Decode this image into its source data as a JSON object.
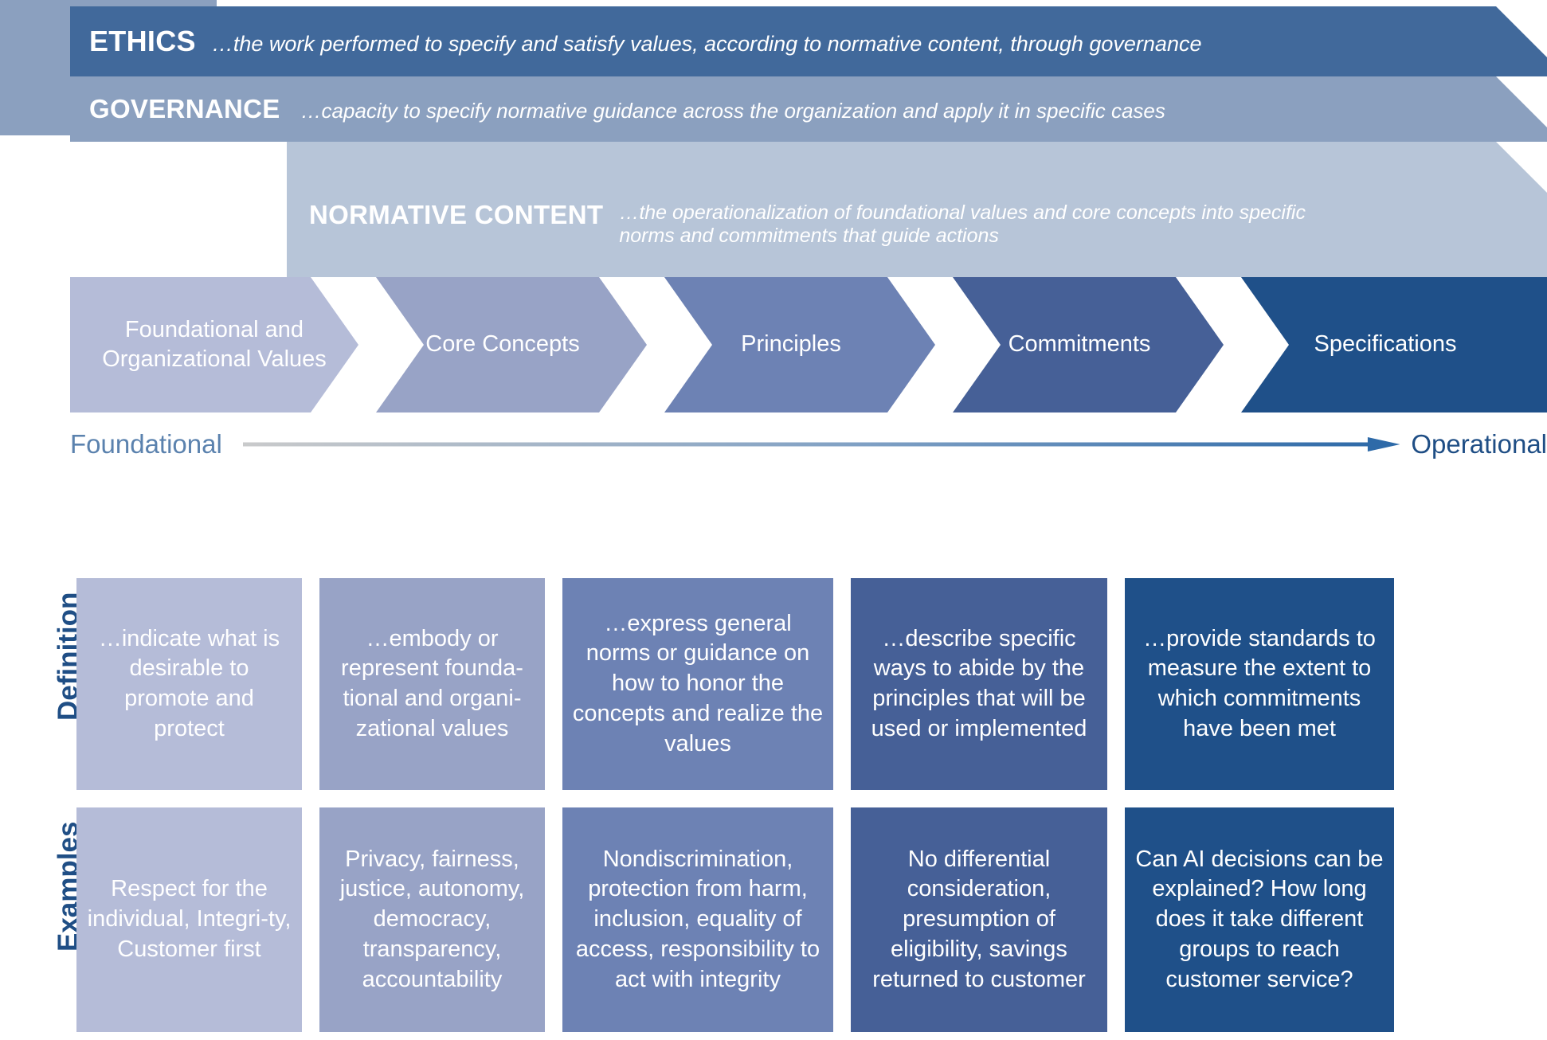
{
  "banners": [
    {
      "name": "ethics",
      "title": "ETHICS",
      "description": "…the work performed to specify and satisfy values, according to normative content, through governance",
      "color": "#41699b"
    },
    {
      "name": "governance",
      "title": "GOVERNANCE",
      "description": "…capacity to specify normative guidance across the organization and apply it in specific cases",
      "color": "#8ba0bf"
    },
    {
      "name": "normative-content",
      "title": "NORMATIVE CONTENT",
      "description": "…the operationalization of foundational values and core concepts into specific norms and commitments that guide actions",
      "color": "#b7c5d8"
    }
  ],
  "stages": [
    {
      "label": "Foundational and Organizational Values",
      "color": "#b5bcd8"
    },
    {
      "label": "Core Concepts",
      "color": "#98a3c6"
    },
    {
      "label": "Principles",
      "color": "#6d82b4"
    },
    {
      "label": "Commitments",
      "color": "#466097"
    },
    {
      "label": "Specifications",
      "color": "#1f5089"
    }
  ],
  "axis": {
    "left_label": "Foundational",
    "right_label": "Operational",
    "left_color": "#5b82ae",
    "right_color": "#1f4e85",
    "gradient_start": "#c9cacb",
    "gradient_end": "#2e6aa8"
  },
  "rows": [
    {
      "name": "definition",
      "label": "Definition",
      "cells": [
        {
          "text": "…indicate what is desirable to promote and protect",
          "color": "#b5bcd8"
        },
        {
          "text": "…embody or represent founda-tional and organi-zational values",
          "color": "#98a3c6"
        },
        {
          "text": "…express general norms or guidance on how to honor the concepts and realize the values",
          "color": "#6d82b4"
        },
        {
          "text": "…describe specific ways to abide by the principles that will be used or implemented",
          "color": "#466097"
        },
        {
          "text": "…provide standards to measure the extent to which commitments have been met",
          "color": "#1f5089"
        }
      ]
    },
    {
      "name": "examples",
      "label": "Examples",
      "cells": [
        {
          "text": "Respect for the individual, Integri-ty, Customer first",
          "color": "#b5bcd8"
        },
        {
          "text": "Privacy, fairness, justice, autonomy, democracy, transparency, accountability",
          "color": "#98a3c6"
        },
        {
          "text": "Nondiscrimination, protection from harm, inclusion, equality of access, responsibility to act with integrity",
          "color": "#6d82b4"
        },
        {
          "text": "No differential consideration, presumption of eligibility, savings returned to customer",
          "color": "#466097"
        },
        {
          "text": "Can AI decisions can be explained? How long does it take different groups to reach customer service?",
          "color": "#1f5089"
        }
      ]
    }
  ]
}
